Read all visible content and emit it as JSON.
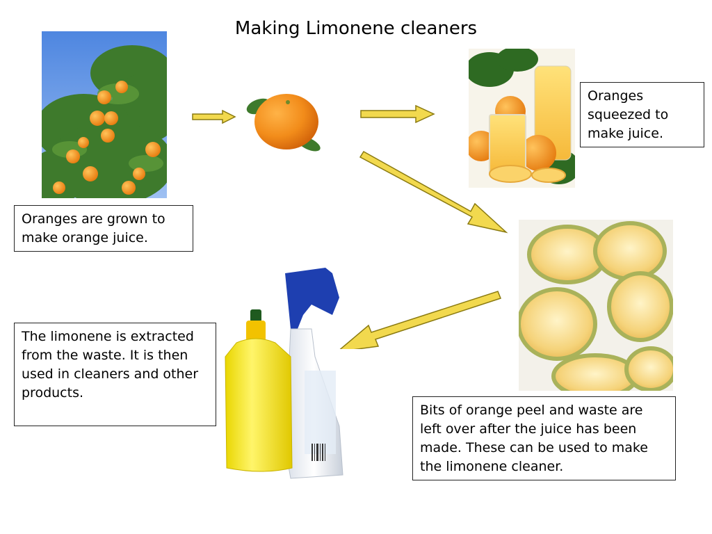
{
  "title": "Making Limonene cleaners",
  "colors": {
    "arrow_fill": "#F2D94E",
    "arrow_stroke": "#8A7A10",
    "orange": "#F28C1A",
    "sky": "#5B8FE0",
    "leaf": "#3E7A2C",
    "box_border": "#222222"
  },
  "captions": {
    "grown": "Oranges are grown to make orange juice.",
    "squeezed": "Oranges squeezed to make juice.",
    "waste": "Bits of orange peel and waste are left over after the juice has been made. These can be used to make the limonene cleaner.",
    "extracted": "The limonene is extracted from the waste. It is then used in cleaners and other products."
  },
  "images": {
    "tree": "orange tree photo",
    "orange": "single orange",
    "juice": "orange juice glass and jug",
    "peels": "squeezed orange peels",
    "bottles": "cleaner bottles"
  }
}
